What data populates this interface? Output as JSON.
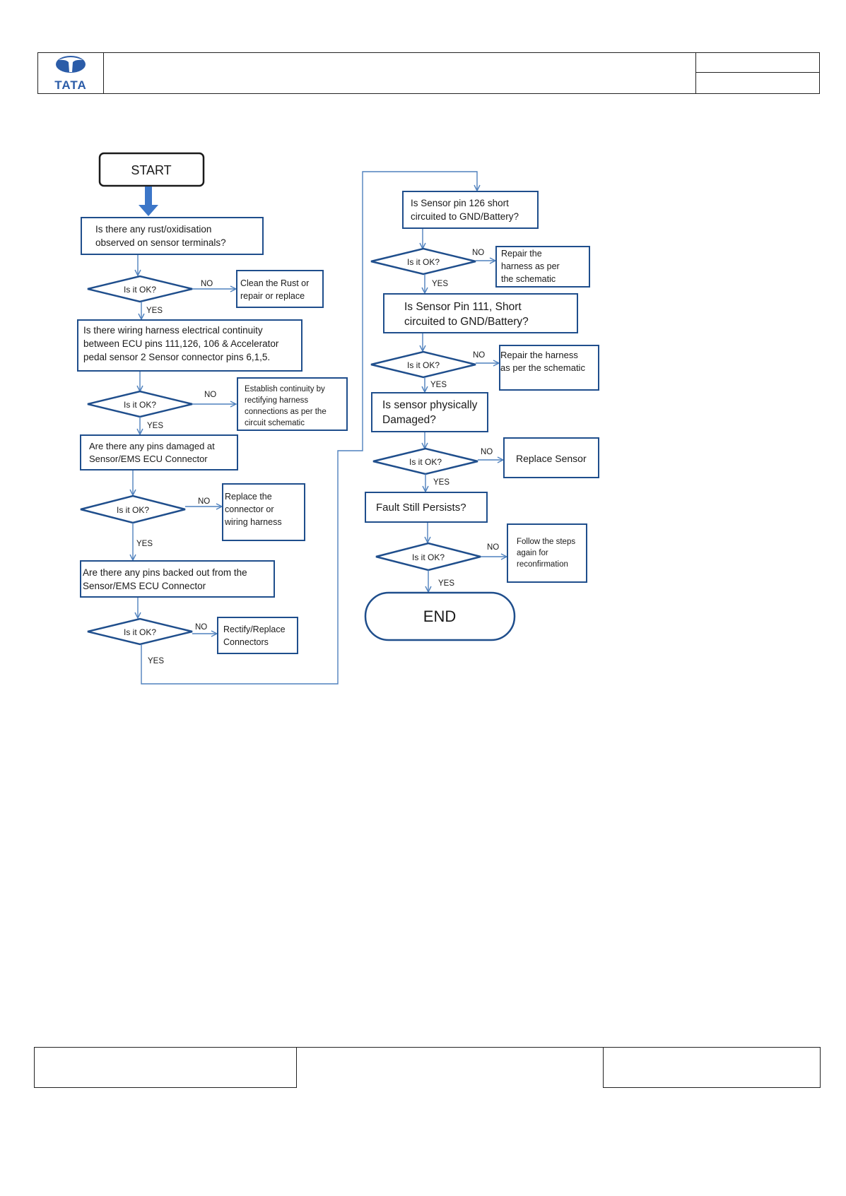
{
  "header": {
    "logo_text": "TATA",
    "title": "",
    "ref_top": "",
    "ref_bottom": ""
  },
  "colors": {
    "box_border": "#1f4e8c",
    "arrow": "#4f81bd",
    "start_arrow": "#3c76c8",
    "text": "#1a1a1a",
    "logo": "#2b5ca8"
  },
  "flowchart": {
    "start": "START",
    "end": "END",
    "yes": "YES",
    "no": "NO",
    "check": "Is it OK?",
    "steps": [
      {
        "q": [
          "Is there any rust/oxidisation",
          "observed on sensor terminals?"
        ],
        "fix": [
          "Clean the Rust or",
          "repair or replace"
        ]
      },
      {
        "q": [
          "Is there wiring harness electrical continuity",
          "between ECU pins 111,126, 106 & Accelerator",
          "pedal sensor 2 Sensor connector pins 6,1,5."
        ],
        "fix": [
          "Establish continuity by",
          "rectifying harness",
          "connections as per the",
          "circuit schematic"
        ]
      },
      {
        "q": [
          "Are there any pins damaged at",
          "Sensor/EMS ECU Connector"
        ],
        "fix": [
          "Replace the",
          "connector or",
          "wiring harness"
        ]
      },
      {
        "q": [
          "Are there any pins backed out from the",
          "Sensor/EMS ECU Connector"
        ],
        "fix": [
          "Rectify/Replace",
          "Connectors"
        ]
      },
      {
        "q": [
          "Is Sensor pin 126 short",
          "circuited to GND/Battery?"
        ],
        "fix": [
          "Repair the",
          "harness as per",
          "the schematic"
        ]
      },
      {
        "q": [
          "Is Sensor Pin 111, Short",
          "circuited to GND/Battery?"
        ],
        "fix": [
          "Repair the harness",
          "as per the schematic"
        ]
      },
      {
        "q": [
          "Is sensor physically",
          "Damaged?"
        ],
        "fix": [
          "Replace Sensor"
        ]
      },
      {
        "q": [
          "Fault Still Persists?"
        ],
        "fix": [
          "Follow the steps",
          "again for",
          "reconfirmation"
        ]
      }
    ]
  }
}
